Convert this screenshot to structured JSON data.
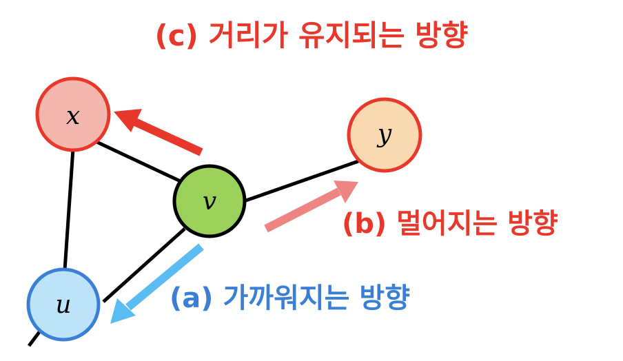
{
  "labels": {
    "c": "(c) 거리가 유지되는 방향",
    "b": "(b) 멀어지는 방향",
    "a": "(a) 가까워지는 방향"
  },
  "nodes": {
    "x": "x",
    "y": "y",
    "v": "v",
    "u": "u"
  },
  "colors": {
    "c": "#e8382b",
    "b": "#e8382b",
    "a": "#3a7fd4",
    "arrow_c": "#e8382b",
    "arrow_b": "#ef8583",
    "arrow_a": "#5bbcf2",
    "node_x_fill": "#f3b7af",
    "node_x_stroke": "#e8382b",
    "node_y_fill": "#fbd9b0",
    "node_y_stroke": "#e8382b",
    "node_v_fill": "#9ad15a",
    "node_v_stroke": "#000000",
    "node_u_fill": "#bde3fa",
    "node_u_stroke": "#3a7fd4"
  }
}
